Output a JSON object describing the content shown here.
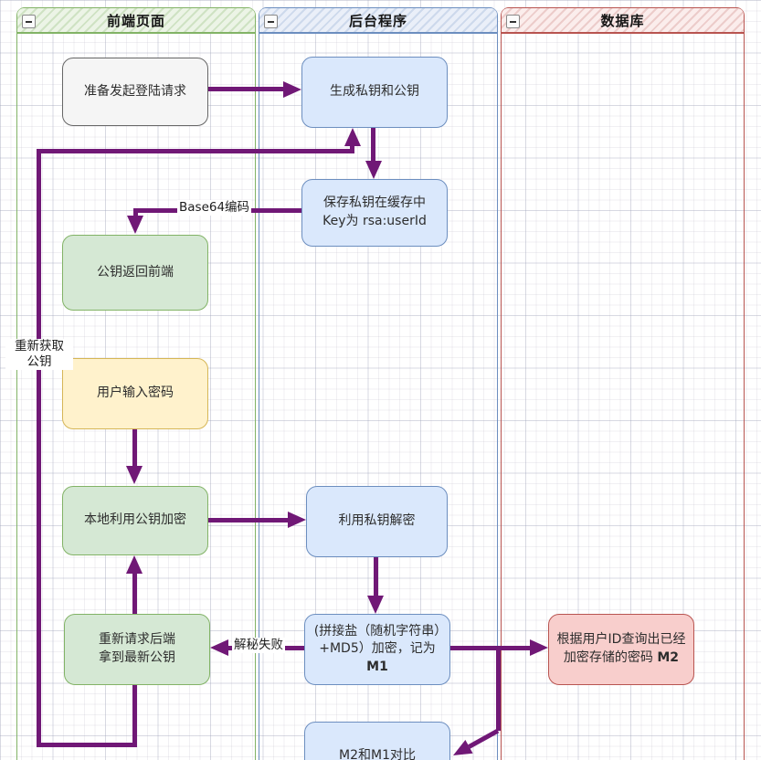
{
  "diagram": {
    "lanes": [
      {
        "title": "前端页面"
      },
      {
        "title": "后台程序"
      },
      {
        "title": "数据库"
      }
    ],
    "nodes": {
      "prepare": {
        "label": "准备发起登陆请求"
      },
      "gen_keys": {
        "label": "生成私钥和公钥"
      },
      "save_key": {
        "label": "保存私钥在缓存中\nKey为 rsa:userId"
      },
      "pubkey_return": {
        "label": "公钥返回前端"
      },
      "user_input": {
        "label": "用户输入密码"
      },
      "local_encrypt": {
        "label": "本地利用公钥加密"
      },
      "private_decrypt": {
        "label": "利用私钥解密"
      },
      "md5": {
        "label": "(拼接盐（随机字符串）+MD5）加密，记为",
        "label_bold": "M1"
      },
      "rerequest": {
        "label": "重新请求后端\n拿到最新公钥"
      },
      "db_query": {
        "label": "根据用户ID查询出已经加密存储的密码 ",
        "label_bold": "M2"
      },
      "compare": {
        "label": "M2和M1对比"
      }
    },
    "edge_labels": {
      "base64": "Base64编码",
      "refetch": "重新获取\n公钥",
      "decrypt_fail": "解秘失败"
    },
    "icons": {
      "collapse": "minus"
    }
  },
  "colors": {
    "edge": "#701876",
    "lane_green": "#82b366",
    "lane_blue": "#6c8ebf",
    "lane_red": "#b85450",
    "node_blue_fill": "#dae8fc",
    "node_blue_border": "#6c8ebf",
    "node_green_fill": "#d5e8d4",
    "node_green_border": "#82b366",
    "node_yellow_fill": "#fff2cc",
    "node_yellow_border": "#d6b656",
    "node_red_fill": "#f8cecc",
    "node_red_border": "#b85450"
  }
}
